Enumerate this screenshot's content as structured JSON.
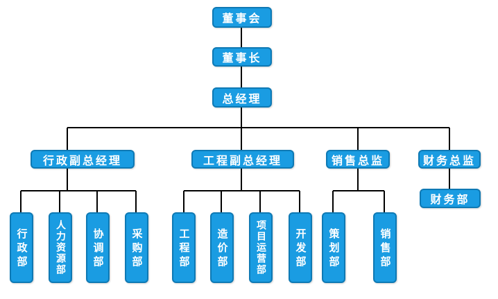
{
  "chart": {
    "root": "董事会",
    "chairman": "董事长",
    "gm": "总经理",
    "vp_admin": "行政副总经理",
    "vp_eng": "工程副总经理",
    "sales_director": "销售总监",
    "finance_director": "财务总监",
    "dept_admin": "行政部",
    "dept_hr": "人力资源部",
    "dept_coop": "协调部",
    "dept_purchase": "采购部",
    "dept_eng": "工程部",
    "dept_cost": "造价部",
    "dept_project": "项目运营部",
    "dept_dev": "开发部",
    "dept_planning": "策划部",
    "dept_sales": "销售部",
    "dept_finance": "财务部"
  },
  "colors": {
    "node_fill": "#1a9ce2",
    "node_border": "#0e79b4",
    "connector": "#000000"
  }
}
